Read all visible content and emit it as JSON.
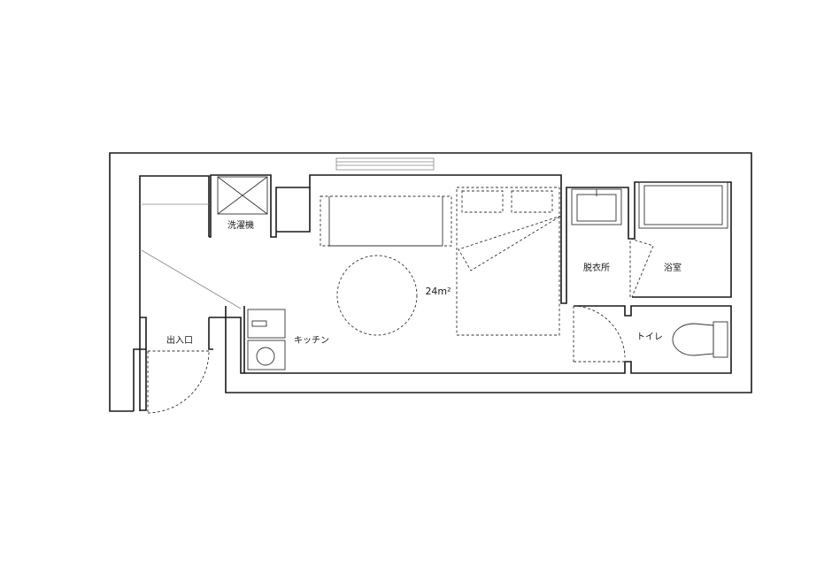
{
  "rooms": {
    "washing_machine": "洗濯機",
    "entrance": "出入口",
    "kitchen": "キッチン",
    "dressing_room": "脱衣所",
    "bathroom": "浴室",
    "toilet": "トイレ"
  },
  "area": "24m²"
}
